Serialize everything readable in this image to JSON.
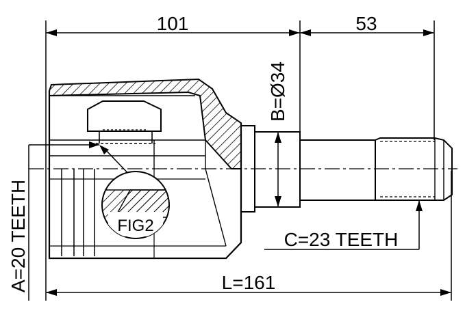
{
  "dimensions": {
    "top_left": "101",
    "top_right": "53",
    "diameter": "B=Ø34",
    "spline_a": "A=20 TEETH",
    "spline_c": "C=23 TEETH",
    "length": "L=161"
  },
  "callout": {
    "label": "FIG2"
  },
  "colors": {
    "line": "#000000",
    "background": "#ffffff"
  }
}
